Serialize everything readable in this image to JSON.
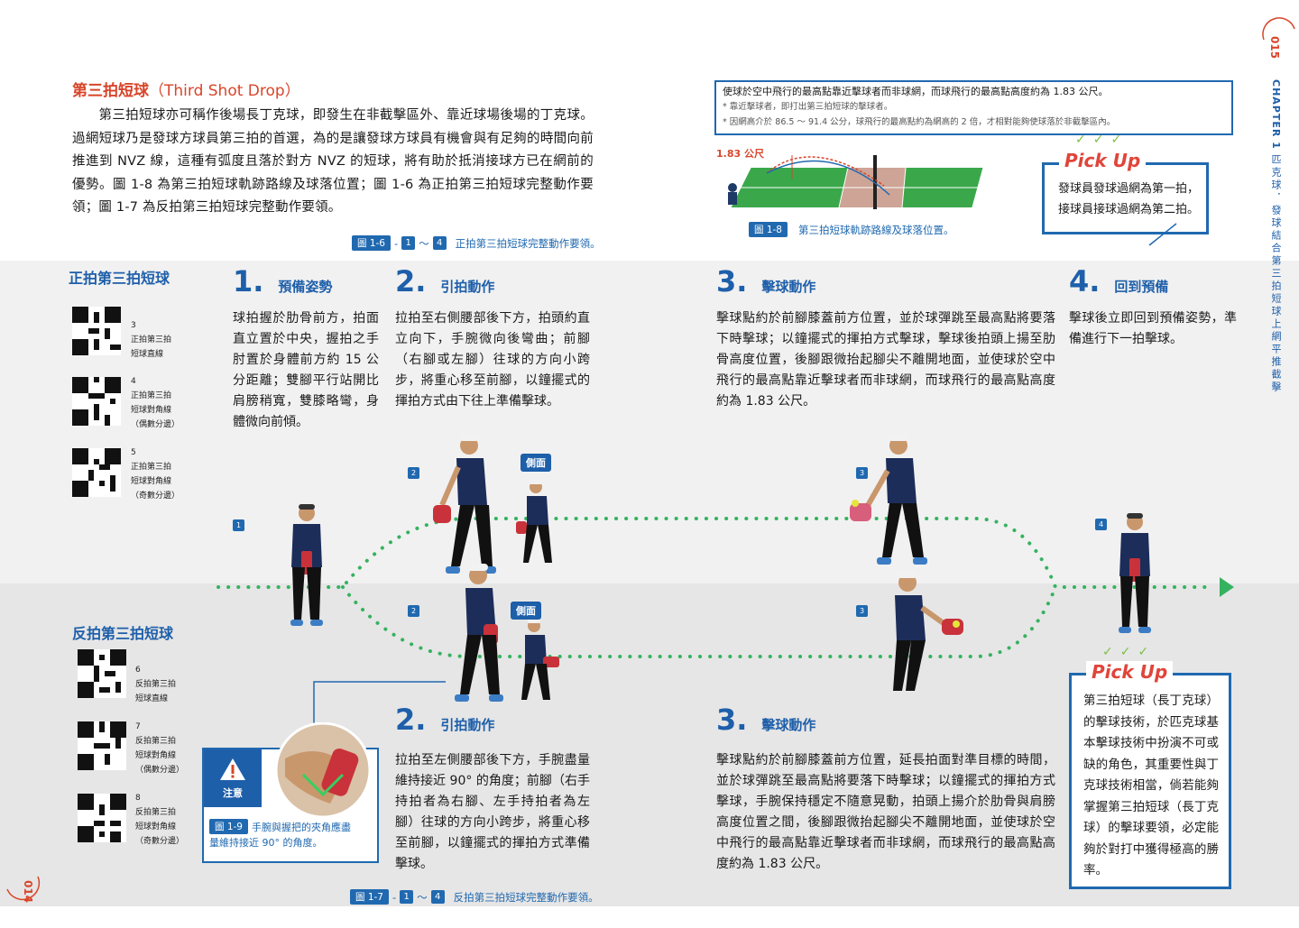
{
  "intro": {
    "title_cn": "第三拍短球",
    "title_en": "（Third Shot Drop）",
    "body": "第三拍短球亦可稱作後場長丁克球，即發生在非截擊區外、靠近球場後場的丁克球。過網短球乃是發球方球員第三拍的首選，為的是讓發球方球員有機會與有足夠的時間向前推進到 NVZ 線，這種有弧度且落於對方 NVZ 的短球，將有助於抵消接球方已在網前的優勢。圖 1-8 為第三拍短球軌跡路線及球落位置；圖 1-6 為正拍第三拍短球完整動作要領；圖 1-7 為反拍第三拍短球完整動作要領。"
  },
  "fig16": {
    "tag": "圖 1-6",
    "dash": "-",
    "from": "1",
    "tilde": "～",
    "to": "4",
    "caption": "正拍第三拍短球完整動作要領。"
  },
  "fig17": {
    "tag": "圖 1-7",
    "dash": "-",
    "from": "1",
    "tilde": "～",
    "to": "4",
    "caption": "反拍第三拍短球完整動作要領。"
  },
  "fig18": {
    "tag": "圖 1-8",
    "caption": "第三拍短球軌跡路線及球落位置。",
    "height_label": "1.83 公尺"
  },
  "fig19": {
    "tag": "圖 1-9",
    "caption_line1": "手腕與握把的夾角應盡",
    "caption_line2": "量維持接近 90° 的角度。",
    "caution": "注意"
  },
  "info_box": {
    "line1": "使球於空中飛行的最高點靠近擊球者而非球網，而球飛行的最高點高度約為 1.83 公尺。",
    "line2": "* 靠近擊球者，即打出第三拍短球的擊球者。",
    "line3": "* 因網高介於 86.5 ～ 91.4 公分，球飛行的最高點約為網高的 2 倍，才相對能夠使球落於非截擊區內。"
  },
  "pickup1": {
    "checks": "✓✓✓",
    "title": "Pick Up",
    "line1": "發球員發球過網為第一拍，",
    "line2": "接球員接球過網為第二拍。"
  },
  "pickup2": {
    "checks": "✓✓✓",
    "title": "Pick Up",
    "body": "第三拍短球（長丁克球）的擊球技術，於匹克球基本擊球技術中扮演不可或缺的角色，其重要性與丁克球技術相當，倘若能夠掌握第三拍短球（長丁克球）的擊球要領，必定能夠於對打中獲得極高的勝率。"
  },
  "forehand": {
    "label": "正拍第三拍短球",
    "qrs": [
      {
        "n": "3",
        "l1": "正拍第三拍",
        "l2": "短球直線",
        "l3": ""
      },
      {
        "n": "4",
        "l1": "正拍第三拍",
        "l2": "短球對角線",
        "l3": "（偶數分邊）"
      },
      {
        "n": "5",
        "l1": "正拍第三拍",
        "l2": "短球對角線",
        "l3": "（奇數分邊）"
      }
    ],
    "steps": [
      {
        "num": "1.",
        "title": "預備姿勢",
        "text": "球拍握於肋骨前方，拍面直立置於中央，握拍之手肘置於身體前方約 15 公分距離；雙腳平行站開比肩膀稍寬，雙膝略彎，身體微向前傾。"
      },
      {
        "num": "2.",
        "title": "引拍動作",
        "text": "拉拍至右側腰部後下方，拍頭約直立向下，手腕微向後彎曲；前腳（右腳或左腳）往球的方向小跨步，將重心移至前腳，以鐘擺式的揮拍方式由下往上準備擊球。"
      },
      {
        "num": "3.",
        "title": "擊球動作",
        "text": "擊球點約於前腳膝蓋前方位置，並於球彈跳至最高點將要落下時擊球；以鐘擺式的揮拍方式擊球，擊球後拍頭上揚至肋骨高度位置，後腳跟微抬起腳尖不離開地面，並使球於空中飛行的最高點靠近擊球者而非球網，而球飛行的最高點高度約為 1.83 公尺。"
      },
      {
        "num": "4.",
        "title": "回到預備",
        "text": "擊球後立即回到預備姿勢，準備進行下一拍擊球。"
      }
    ]
  },
  "backhand": {
    "label": "反拍第三拍短球",
    "qrs": [
      {
        "n": "6",
        "l1": "反拍第三拍",
        "l2": "短球直線",
        "l3": ""
      },
      {
        "n": "7",
        "l1": "反拍第三拍",
        "l2": "短球對角線",
        "l3": "（偶數分邊）"
      },
      {
        "n": "8",
        "l1": "反拍第三拍",
        "l2": "短球對角線",
        "l3": "（奇數分邊）"
      }
    ],
    "steps": [
      {
        "num": "2.",
        "title": "引拍動作",
        "text": "拉拍至左側腰部後下方，手腕盡量維持接近 90° 的角度；前腳（右手持拍者為右腳、左手持拍者為左腳）往球的方向小跨步，將重心移至前腳，以鐘擺式的揮拍方式準備擊球。"
      },
      {
        "num": "3.",
        "title": "擊球動作",
        "text": "擊球點約於前腳膝蓋前方位置，延長拍面對準目標的時間，並於球彈跳至最高點將要落下時擊球；以鐘擺式的揮拍方式擊球，手腕保持穩定不隨意晃動，拍頭上揚介於肋骨與肩膀高度位置之間，後腳跟微抬起腳尖不離開地面，並使球於空中飛行的最高點靠近擊球者而非球網，而球飛行的最高點高度約為 1.83 公尺。"
      }
    ]
  },
  "photo_labels": {
    "side_view": "側面",
    "n1": "1",
    "n2": "2",
    "n3": "3",
    "n4": "4"
  },
  "sidebar": {
    "chapter": "CHAPTER 1",
    "title": "匹克球．發球結合第三拍短球上網平推截擊"
  },
  "page_left": "014",
  "page_right": "015",
  "colors": {
    "accent_red": "#d8452a",
    "brand_blue": "#1e5faa",
    "dot_green": "#35b25f",
    "pickup_check": "#7cc046"
  }
}
